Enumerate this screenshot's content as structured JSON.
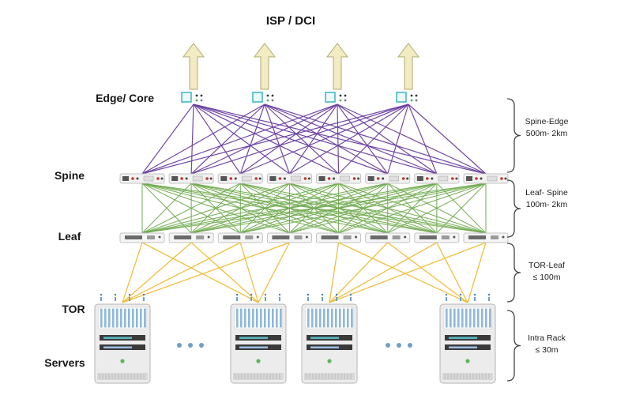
{
  "title": "ISP / DCI",
  "layers": {
    "edge": {
      "label": "Edge/ Core",
      "count": 4
    },
    "spine": {
      "label": "Spine",
      "count": 8
    },
    "leaf": {
      "label": "Leaf",
      "count": 8
    },
    "tor": {
      "label": "TOR",
      "count": 4
    },
    "servers": {
      "label": "Servers"
    }
  },
  "annotations": [
    {
      "label": "Spine-Edge",
      "range": "500m- 2km"
    },
    {
      "label": "Leaf- Spine",
      "range": "100m- 2km"
    },
    {
      "label": "TOR-Leaf",
      "range": "≤ 100m"
    },
    {
      "label": "Intra Rack",
      "range": "≤ 30m"
    }
  ],
  "colors": {
    "edge_spine_link": "#6b3fa0",
    "spine_leaf_link": "#6faa4e",
    "leaf_tor_link": "#f0bc33",
    "arrow_fill": "#f2ecc2",
    "arrow_stroke": "#b3a871",
    "edge_device": "#45b8c8",
    "rack_stripe": "#8fb8d8",
    "ellipsis_dot": "#6f9fc8",
    "led_green": "#5cb85c"
  }
}
